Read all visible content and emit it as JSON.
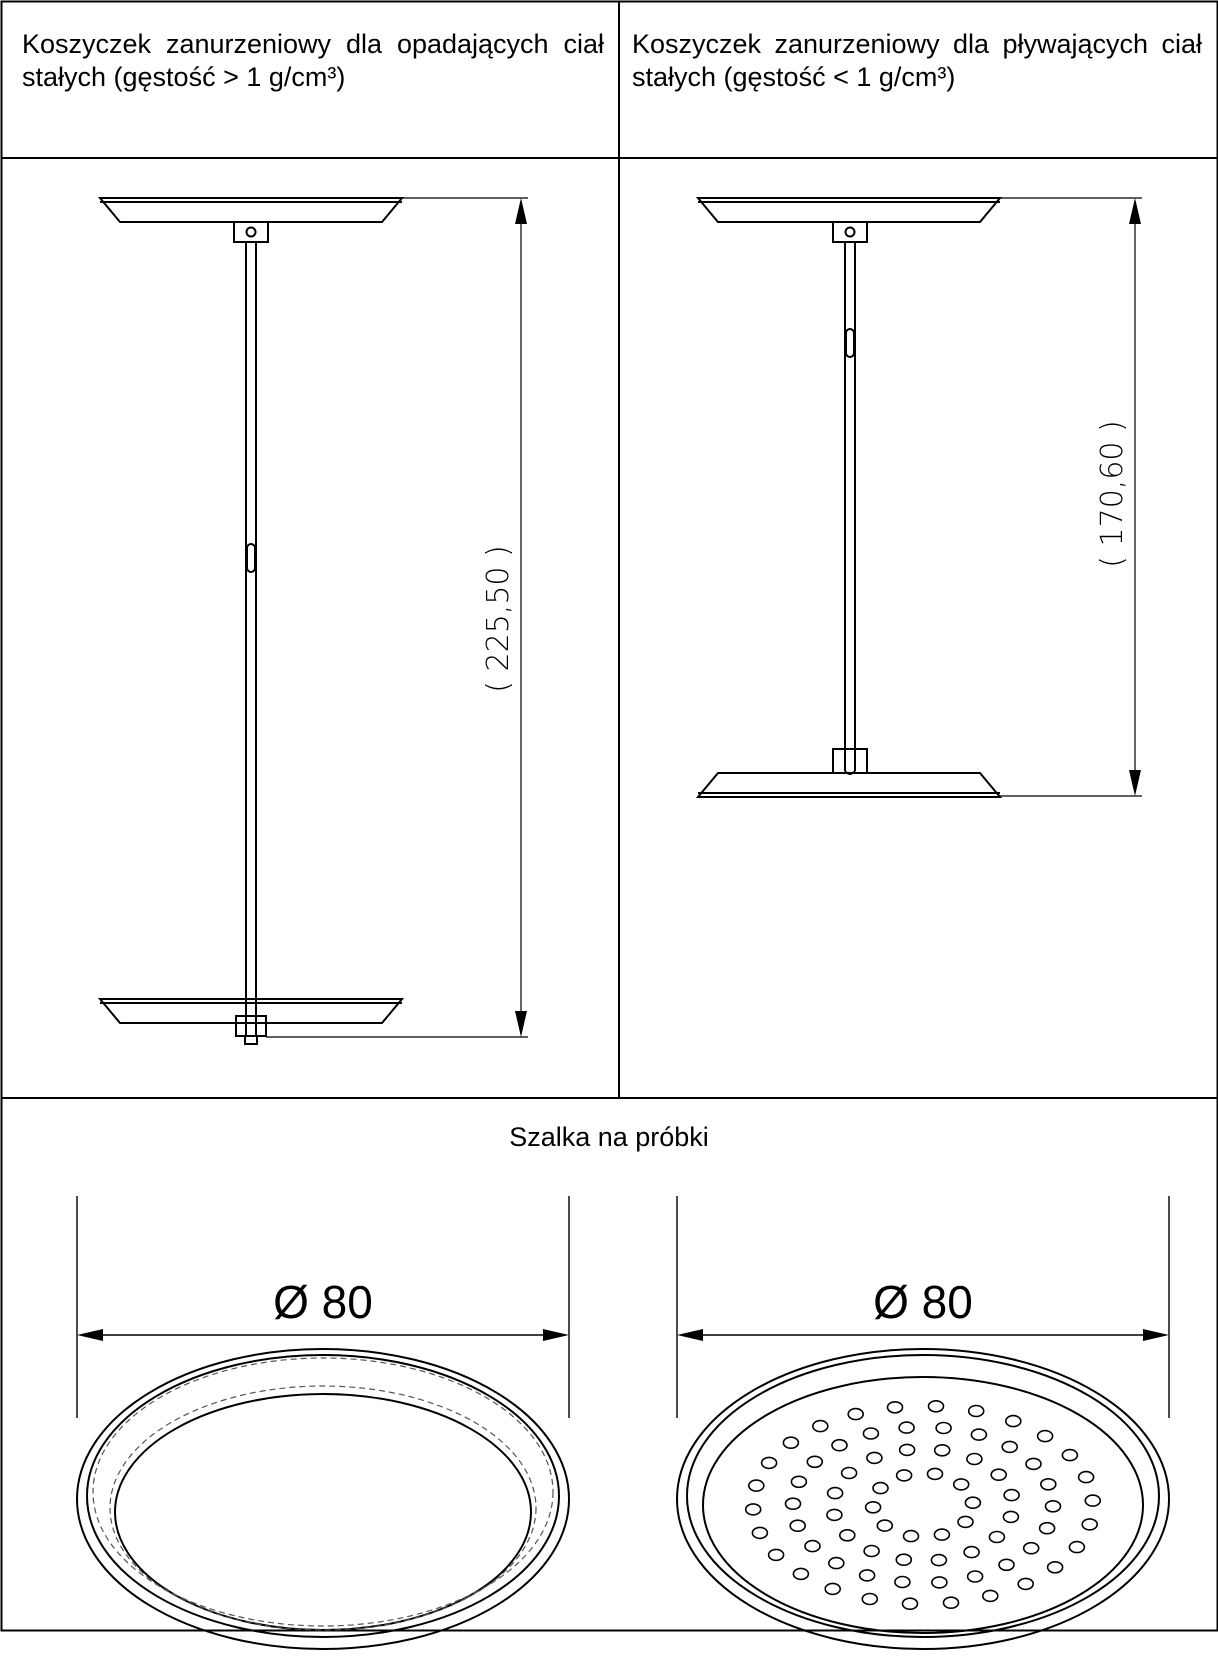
{
  "header": {
    "left": "Koszyczek zanurzeniowy dla opadających ciał stałych (gęstość > 1 g/cm³)",
    "right": "Koszyczek zanurzeniowy dla pływających ciał stałych (gęstość < 1 g/cm³)"
  },
  "drawings": {
    "left_dimension": "( 225,50 )",
    "right_dimension": "( 170,60 )"
  },
  "bottom": {
    "title": "Szalka na próbki",
    "left_diameter": "Ø 80",
    "right_diameter": "Ø 80"
  },
  "colors": {
    "line": "#000000",
    "background": "#ffffff"
  }
}
